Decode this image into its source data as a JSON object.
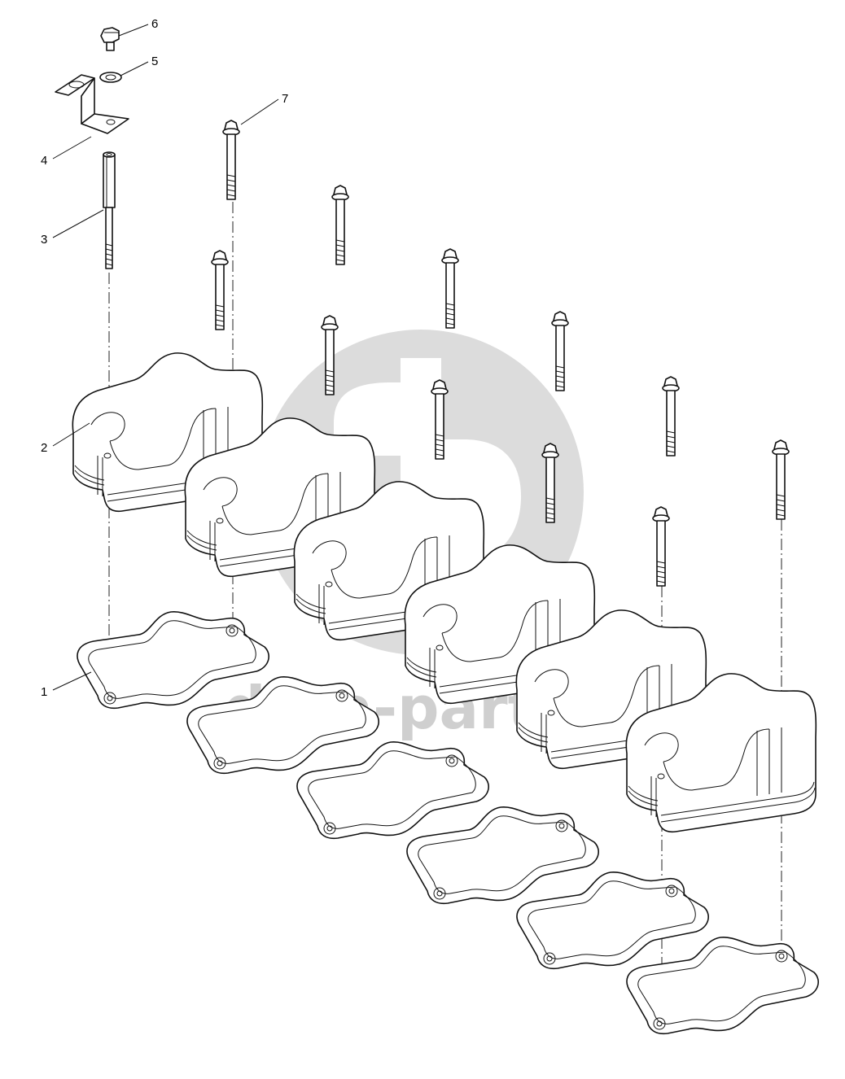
{
  "callouts": [
    {
      "id": "1",
      "label": "1"
    },
    {
      "id": "2",
      "label": "2"
    },
    {
      "id": "3",
      "label": "3"
    },
    {
      "id": "4",
      "label": "4"
    },
    {
      "id": "5",
      "label": "5"
    },
    {
      "id": "6",
      "label": "6"
    },
    {
      "id": "7",
      "label": "7"
    }
  ],
  "watermark": {
    "text": "data-parts",
    "icon": "dp-logo-icon",
    "color": "#cfcfcf"
  },
  "parts": {
    "valve_covers": 6,
    "gaskets": 6,
    "bolts": 11
  }
}
